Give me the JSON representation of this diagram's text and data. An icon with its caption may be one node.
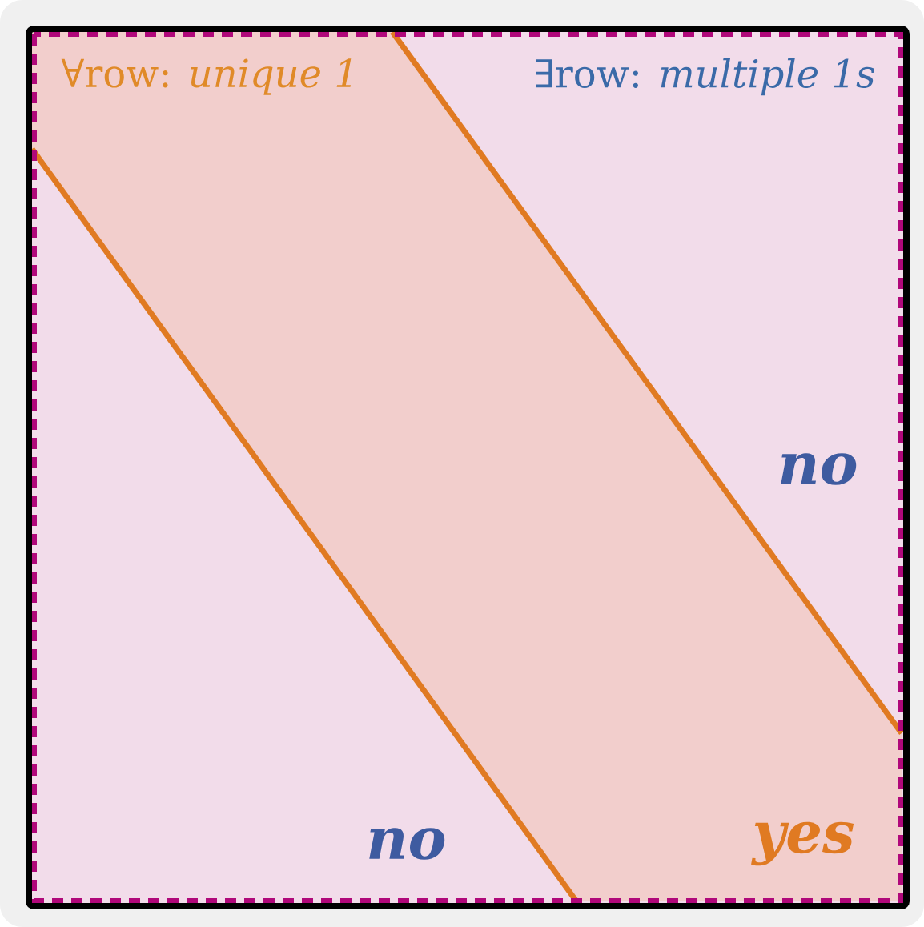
{
  "diagram": {
    "labels": [
      "∀row: *unique 1*",
      "∃row: *multiple 1s*",
      "no",
      "no",
      "yes"
    ]
  }
}
